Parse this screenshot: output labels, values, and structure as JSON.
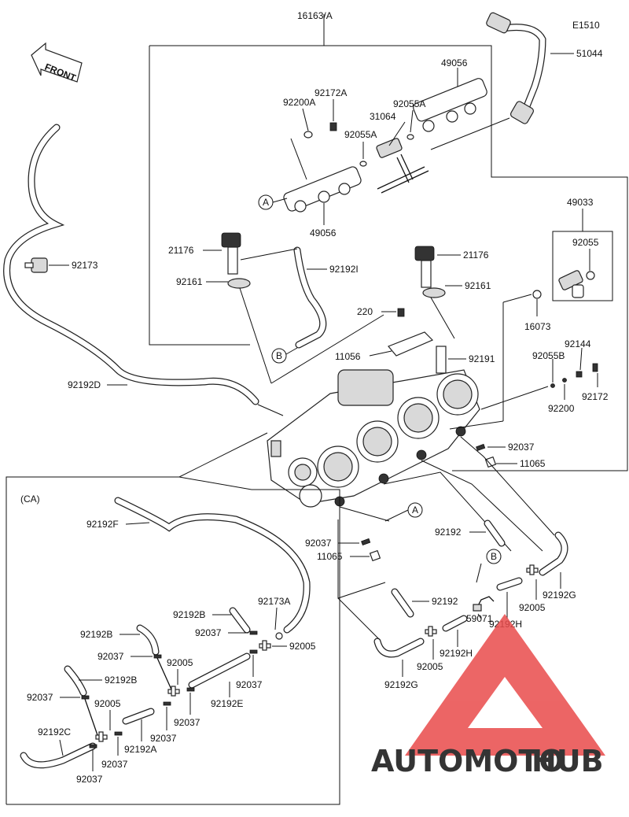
{
  "diagram_code": "E1510",
  "front_label": "FRONT",
  "watermark": {
    "part1": "AUTOMOTO",
    "part2": "HUB",
    "color_orange": "#f4a24a",
    "color_gray": "#777777",
    "color_red": "#e94b4b"
  },
  "callouts": {
    "a": "A",
    "b": "B"
  },
  "inset_label": "(CA)",
  "parts": {
    "p16163": "16163/A",
    "p51044": "51044",
    "p49056_top": "49056",
    "p49056_bottom": "49056",
    "p92172A": "92172A",
    "p92200A": "92200A",
    "p92055A_1": "92055A",
    "p92055A_2": "92055A",
    "p31064": "31064",
    "p21176_left": "21176",
    "p21176_right": "21176",
    "p92161_left": "92161",
    "p92161_right": "92161",
    "p92192I": "92192I",
    "p92173": "92173",
    "p49033": "49033",
    "p92055": "92055",
    "p16073": "16073",
    "p220": "220",
    "p11056": "11056",
    "p92191": "92191",
    "p92055B": "92055B",
    "p92144": "92144",
    "p92200": "92200",
    "p92172": "92172",
    "p92192D": "92192D",
    "p92037_a": "92037",
    "p11065_a": "11065",
    "p92037_b": "92037",
    "p11065_b": "11065",
    "p92192_a": "92192",
    "p92192_b": "92192",
    "p92005_a": "92005",
    "p92192G_a": "92192G",
    "p92192H_a": "92192H",
    "p59071": "59071",
    "p92192H_b": "92192H",
    "p92005_b": "92005",
    "p92192G_b": "92192G"
  },
  "inset_parts": {
    "p92192F": "92192F",
    "p92192B_a": "92192B",
    "p92173A": "92173A",
    "p92037_1": "92037",
    "p92005_1": "92005",
    "p92192B_b": "92192B",
    "p92037_2": "92037",
    "p92005_2": "92005",
    "p92037_3": "92037",
    "p92192B_c": "92192B",
    "p92192E": "92192E",
    "p92037_4": "92037",
    "p92005_3": "92005",
    "p92037_5": "92037",
    "p92192C": "92192C",
    "p92037_6": "92037",
    "p92192A": "92192A",
    "p92037_7": "92037",
    "p92037_8": "92037"
  }
}
